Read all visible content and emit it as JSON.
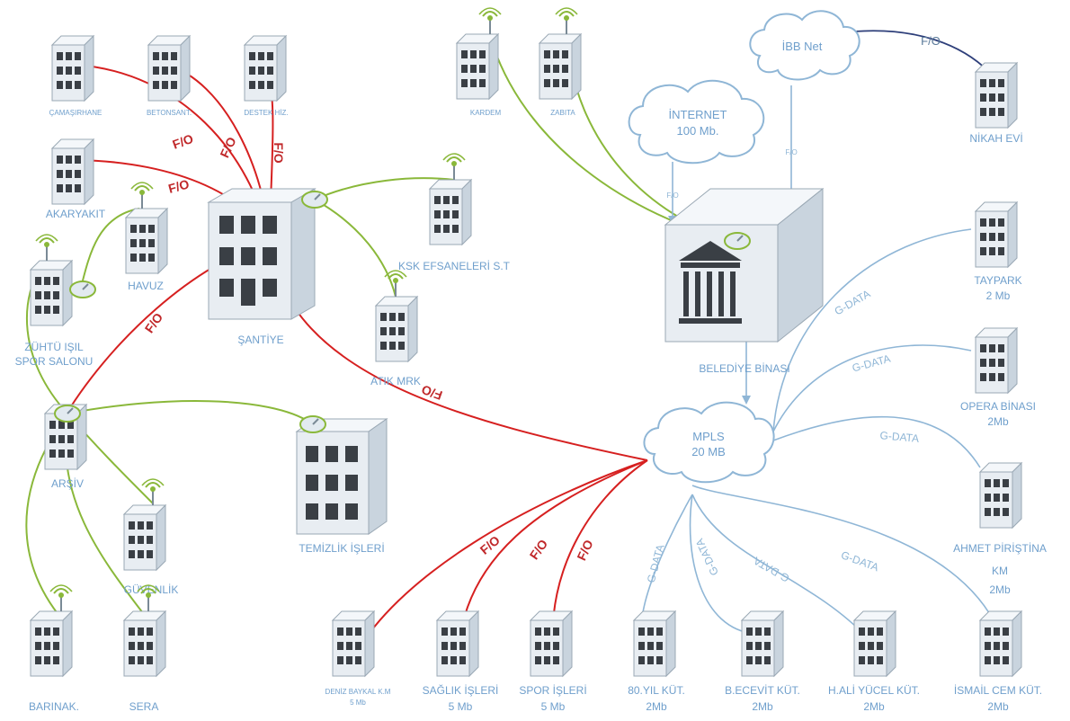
{
  "nodes": {
    "camasirhane": "ÇAMAŞIRHANE",
    "betonsant": "BETONSANT.",
    "destek": "DESTEK HİZ.",
    "akaryakit": "AKARYAKIT",
    "havuz": "HAVUZ",
    "zuhtu_line1": "ZÜHTÜ IŞIL",
    "zuhtu_line2": "SPOR SALONU",
    "santiye": "ŞANTİYE",
    "ksk": "KSK EFSANELERİ S.T",
    "atik": "ATIK MRK",
    "arsiv": "ARŞİV",
    "guvenlik": "GÜVENLİK",
    "temizlik": "TEMİZLİK İŞLERİ",
    "barinak": "BARINAK.",
    "sera": "SERA",
    "kardem": "KARDEM",
    "zabita": "ZABITA",
    "belediye": "BELEDİYE BİNASI",
    "nikah": "NİKAH EVİ",
    "taypark_line1": "TAYPARK",
    "taypark_line2": "2 Mb",
    "opera_line1": "OPERA BİNASI",
    "opera_line2": "2Mb",
    "ahmet_line1": "AHMET PİRİŞTİNA",
    "ahmet_line2": "KM",
    "ahmet_line3": "2Mb",
    "deniz_line1": "DENİZ BAYKAL K.M",
    "deniz_line2": "5 Mb",
    "saglik_line1": "SAĞLIK İŞLERİ",
    "saglik_line2": "5 Mb",
    "spor_line1": "SPOR İŞLERİ",
    "spor_line2": "5 Mb",
    "yil80_line1": "80.YIL KÜT.",
    "yil80_line2": "2Mb",
    "becevit_line1": "B.ECEVİT KÜT.",
    "becevit_line2": "2Mb",
    "hali_line1": "H.ALİ YÜCEL KÜT.",
    "hali_line2": "2Mb",
    "ismail_line1": "İSMAİL CEM KÜT.",
    "ismail_line2": "2Mb"
  },
  "clouds": {
    "internet_line1": "İNTERNET",
    "internet_line2": "100 Mb.",
    "ibb": "İBB Net",
    "mpls_line1": "MPLS",
    "mpls_line2": "20 MB"
  },
  "link_labels": {
    "fo": "F/O",
    "gdata": "G-DATA"
  },
  "colors": {
    "fiber": "#d62020",
    "wireless": "#8ab83a",
    "gdata": "#8fb6d6",
    "ibb": "#2e3f7a"
  }
}
